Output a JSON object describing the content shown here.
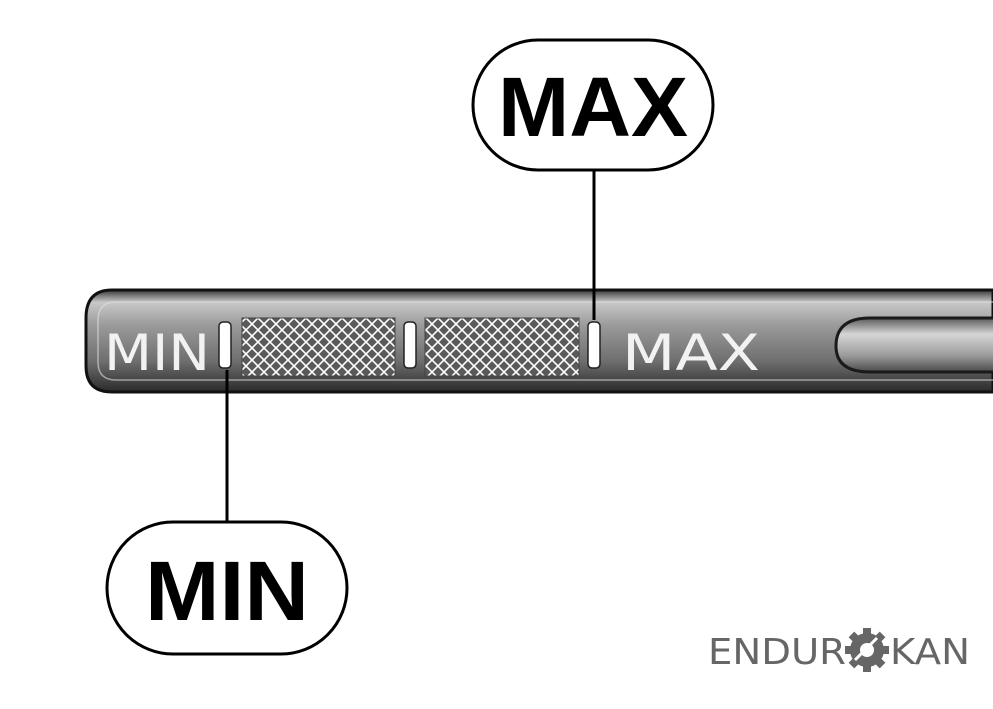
{
  "callouts": {
    "max": "MAX",
    "min": "MIN"
  },
  "dipstick": {
    "min_mark": "MIN",
    "max_mark": "MAX"
  },
  "watermark": {
    "text_left": "ENDUR",
    "text_right": "KAN"
  },
  "colors": {
    "stick_dark": "#2b2b2b",
    "stick_mid": "#8a8a8a",
    "stick_light": "#cfcfcf",
    "hatch": "#ffffff",
    "callout_stroke": "#000000"
  }
}
